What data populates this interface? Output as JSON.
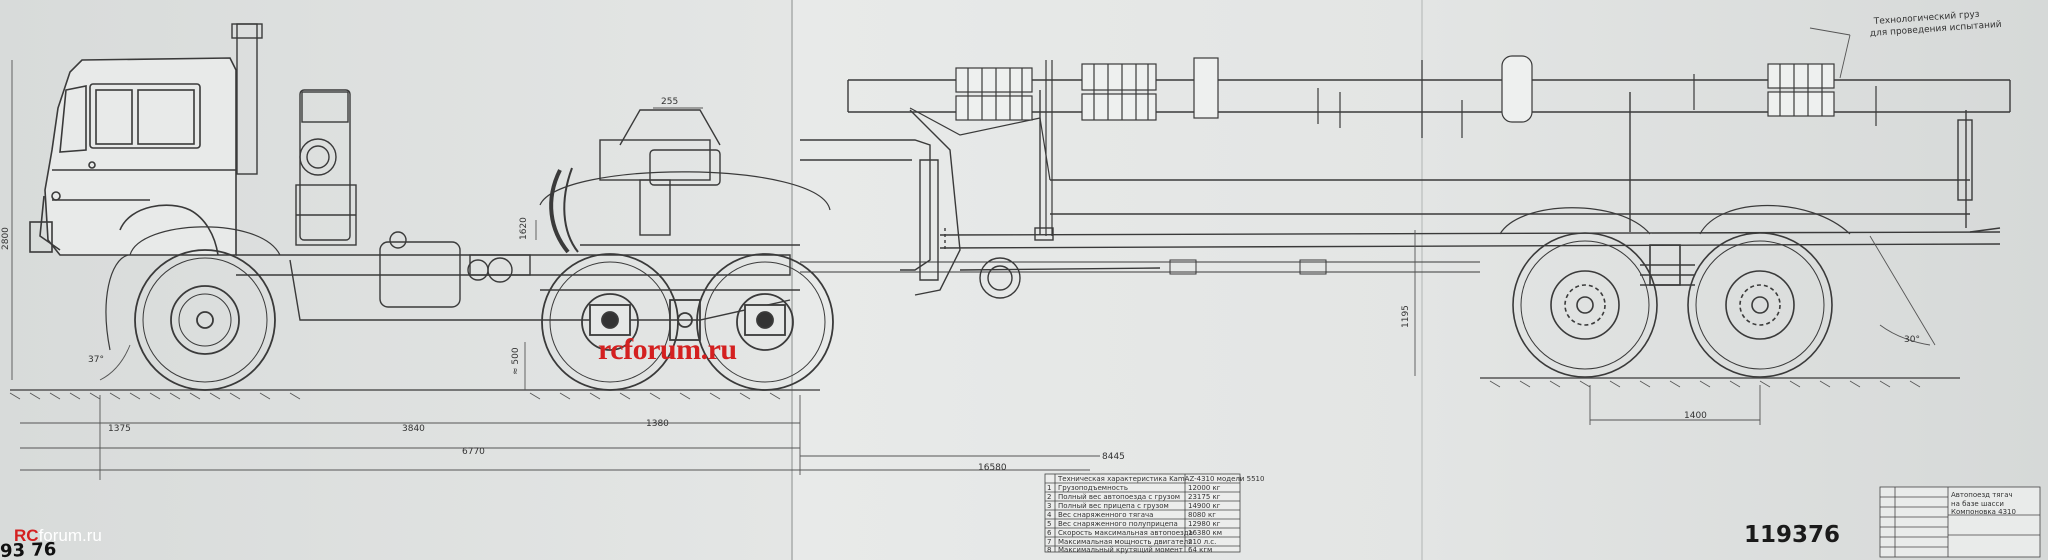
{
  "watermarks": {
    "center": "rcforum.ru",
    "corner_prefix": "RC",
    "corner_suffix": "forum.ru"
  },
  "drawing": {
    "sheet_number": "119376",
    "corner_number": "93 76",
    "note_line1": "Технологический груз",
    "note_line2": "для проведения испытаний"
  },
  "dimensions": {
    "top_offset": "255",
    "cab_height": "2800",
    "fifth_wheel_height": "1620",
    "ground_clearance": "≈ 500",
    "approach_angle": "37°",
    "departure_angle": "30°",
    "front_overhang": "1375",
    "wheelbase": "3840",
    "tractor_length": "6770",
    "axle_spacing": "1380",
    "trailer_height": "1195",
    "trailer_bogie": "1400",
    "kingpin_to_axle": "8445",
    "overall_length": "16580"
  },
  "spec_table": {
    "title": "Техническая характеристика KamAZ-4310 модели 5510",
    "rows": [
      {
        "no": "1",
        "name": "Грузоподъемность",
        "value": "12000 кг"
      },
      {
        "no": "2",
        "name": "Полный вес автопоезда с грузом",
        "value": "23175 кг"
      },
      {
        "no": "3",
        "name": "Полный вес прицепа с грузом",
        "value": "14900 кг"
      },
      {
        "no": "4",
        "name": "Вес снаряженного тягача",
        "value": "8080 кг"
      },
      {
        "no": "5",
        "name": "Вес снаряженного полуприцепа",
        "value": "12980 кг"
      },
      {
        "no": "6",
        "name": "Скорость максимальная автопоезда",
        "value": "16380 км"
      },
      {
        "no": "7",
        "name": "Максимальная мощность двигателя",
        "value": "210 л.с."
      },
      {
        "no": "8",
        "name": "Максимальный крутящий момент",
        "value": "64 кгм"
      }
    ]
  },
  "title_block": {
    "line1": "Автопоезд тягач",
    "line2": "на базе шасси",
    "line3": "Компоновка 4310"
  },
  "colors": {
    "paper": "#e6e8e7",
    "paper_shade": "#d5d8d7",
    "ink": "#3a3a3a",
    "watermark_red": "#d42020"
  }
}
